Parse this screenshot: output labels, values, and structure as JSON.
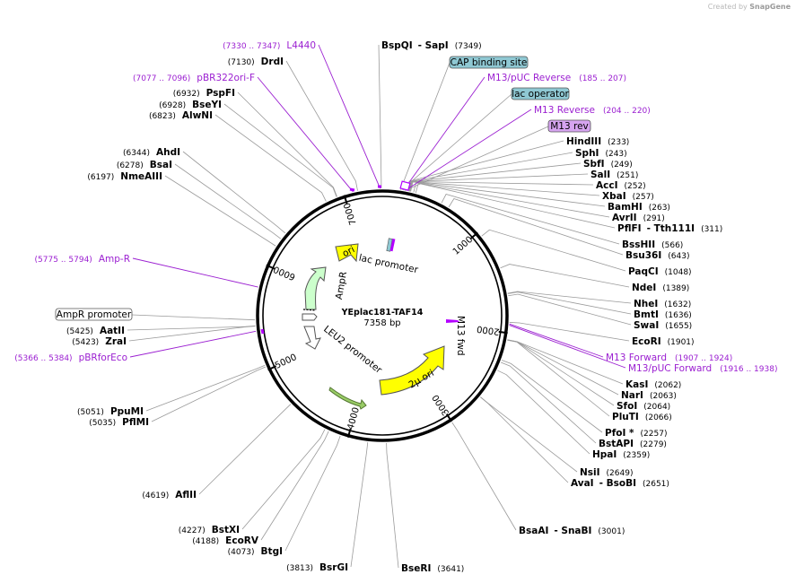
{
  "credit": {
    "prefix": "Created by",
    "brand": "SnapGene"
  },
  "map": {
    "name": "YEplac181-TAF14",
    "length_label": "7358 bp",
    "length": 7358
  },
  "ticks": [
    "1000",
    "2000",
    "3000",
    "4000",
    "5000",
    "6000",
    "7000"
  ],
  "features": [
    {
      "id": "ori",
      "label": "ori",
      "color": "#ffff00"
    },
    {
      "id": "ampr",
      "label": "AmpR",
      "color": "#ccffcc"
    },
    {
      "id": "ampr-promoter",
      "label": "AmpR promoter",
      "color": "#ffffff"
    },
    {
      "id": "leu2-promoter",
      "label": "LEU2 promoter",
      "color": "#ffffff"
    },
    {
      "id": "two-micron-ori",
      "label": "2μ ori",
      "color": "#ffff00"
    },
    {
      "id": "lac-promoter",
      "label": "lac promoter",
      "color": "#ffffff"
    },
    {
      "id": "leu2",
      "label": "",
      "color": "#99cc66"
    },
    {
      "id": "m13-fwd",
      "label": "M13 fwd",
      "color": "#b300ff"
    }
  ],
  "enzymes": [
    {
      "name": "BspQI",
      "extra": "- SapI",
      "pos": "(7349)"
    },
    {
      "name": "DrdI",
      "pos": "(7130)"
    },
    {
      "name": "PspFI",
      "pos": "(6932)"
    },
    {
      "name": "BseYI",
      "pos": "(6928)"
    },
    {
      "name": "AlwNI",
      "pos": "(6823)"
    },
    {
      "name": "AhdI",
      "pos": "(6344)"
    },
    {
      "name": "BsaI",
      "pos": "(6278)"
    },
    {
      "name": "NmeAIII",
      "pos": "(6197)"
    },
    {
      "name": "HindIII",
      "pos": "(233)"
    },
    {
      "name": "SphI",
      "pos": "(243)"
    },
    {
      "name": "SbfI",
      "pos": "(249)"
    },
    {
      "name": "SalI",
      "pos": "(251)"
    },
    {
      "name": "AccI",
      "pos": "(252)"
    },
    {
      "name": "XbaI",
      "pos": "(257)"
    },
    {
      "name": "BamHI",
      "pos": "(263)"
    },
    {
      "name": "AvrII",
      "pos": "(291)"
    },
    {
      "name": "PflFI",
      "extra": "- Tth111I",
      "pos": "(311)"
    },
    {
      "name": "BssHII",
      "pos": "(566)"
    },
    {
      "name": "Bsu36I",
      "pos": "(643)"
    },
    {
      "name": "PaqCI",
      "pos": "(1048)"
    },
    {
      "name": "NdeI",
      "pos": "(1389)"
    },
    {
      "name": "NheI",
      "pos": "(1632)"
    },
    {
      "name": "BmtI",
      "pos": "(1636)"
    },
    {
      "name": "SwaI",
      "pos": "(1655)"
    },
    {
      "name": "EcoRI",
      "pos": "(1901)"
    },
    {
      "name": "KasI",
      "pos": "(2062)"
    },
    {
      "name": "NarI",
      "pos": "(2063)"
    },
    {
      "name": "SfoI",
      "pos": "(2064)"
    },
    {
      "name": "PluTI",
      "pos": "(2066)"
    },
    {
      "name": "PfoI *",
      "pos": "(2257)"
    },
    {
      "name": "BstAPI",
      "pos": "(2279)"
    },
    {
      "name": "HpaI",
      "pos": "(2359)"
    },
    {
      "name": "NsiI",
      "pos": "(2649)"
    },
    {
      "name": "AvaI",
      "extra": "- BsoBI",
      "pos": "(2651)"
    },
    {
      "name": "BsaAI",
      "extra": "- SnaBI",
      "pos": "(3001)"
    },
    {
      "name": "BseRI",
      "pos": "(3641)"
    },
    {
      "name": "BsrGI",
      "pos": "(3813)"
    },
    {
      "name": "BtgI",
      "pos": "(4073)"
    },
    {
      "name": "EcoRV",
      "pos": "(4188)"
    },
    {
      "name": "BstXI",
      "pos": "(4227)"
    },
    {
      "name": "AflII",
      "pos": "(4619)"
    },
    {
      "name": "PflMI",
      "pos": "(5035)"
    },
    {
      "name": "PpuMI",
      "pos": "(5051)"
    },
    {
      "name": "ZraI",
      "pos": "(5423)"
    },
    {
      "name": "AatII",
      "pos": "(5425)"
    }
  ],
  "primers": [
    {
      "name": "L4440",
      "range": "(7330 .. 7347)"
    },
    {
      "name": "pBR322ori-F",
      "range": "(7077 .. 7096)"
    },
    {
      "name": "M13/pUC Reverse",
      "range": "(185 .. 207)"
    },
    {
      "name": "M13 Reverse",
      "range": "(204 .. 220)"
    },
    {
      "name": "Amp-R",
      "range": "(5775 .. 5794)"
    },
    {
      "name": "pBRforEco",
      "range": "(5366 .. 5384)"
    },
    {
      "name": "M13 Forward",
      "range": "(1907 .. 1924)"
    },
    {
      "name": "M13/pUC Forward",
      "range": "(1916 .. 1938)"
    }
  ],
  "boxed_labels": [
    {
      "id": "cap",
      "label": "CAP binding site",
      "color": "#8fc8d3"
    },
    {
      "id": "lacop",
      "label": "lac operator",
      "color": "#8fc8d3"
    },
    {
      "id": "m13rev",
      "label": "M13 rev",
      "color": "#d6a4f0"
    },
    {
      "id": "amprprom",
      "label": "AmpR promoter",
      "color": "#ffffff"
    }
  ]
}
